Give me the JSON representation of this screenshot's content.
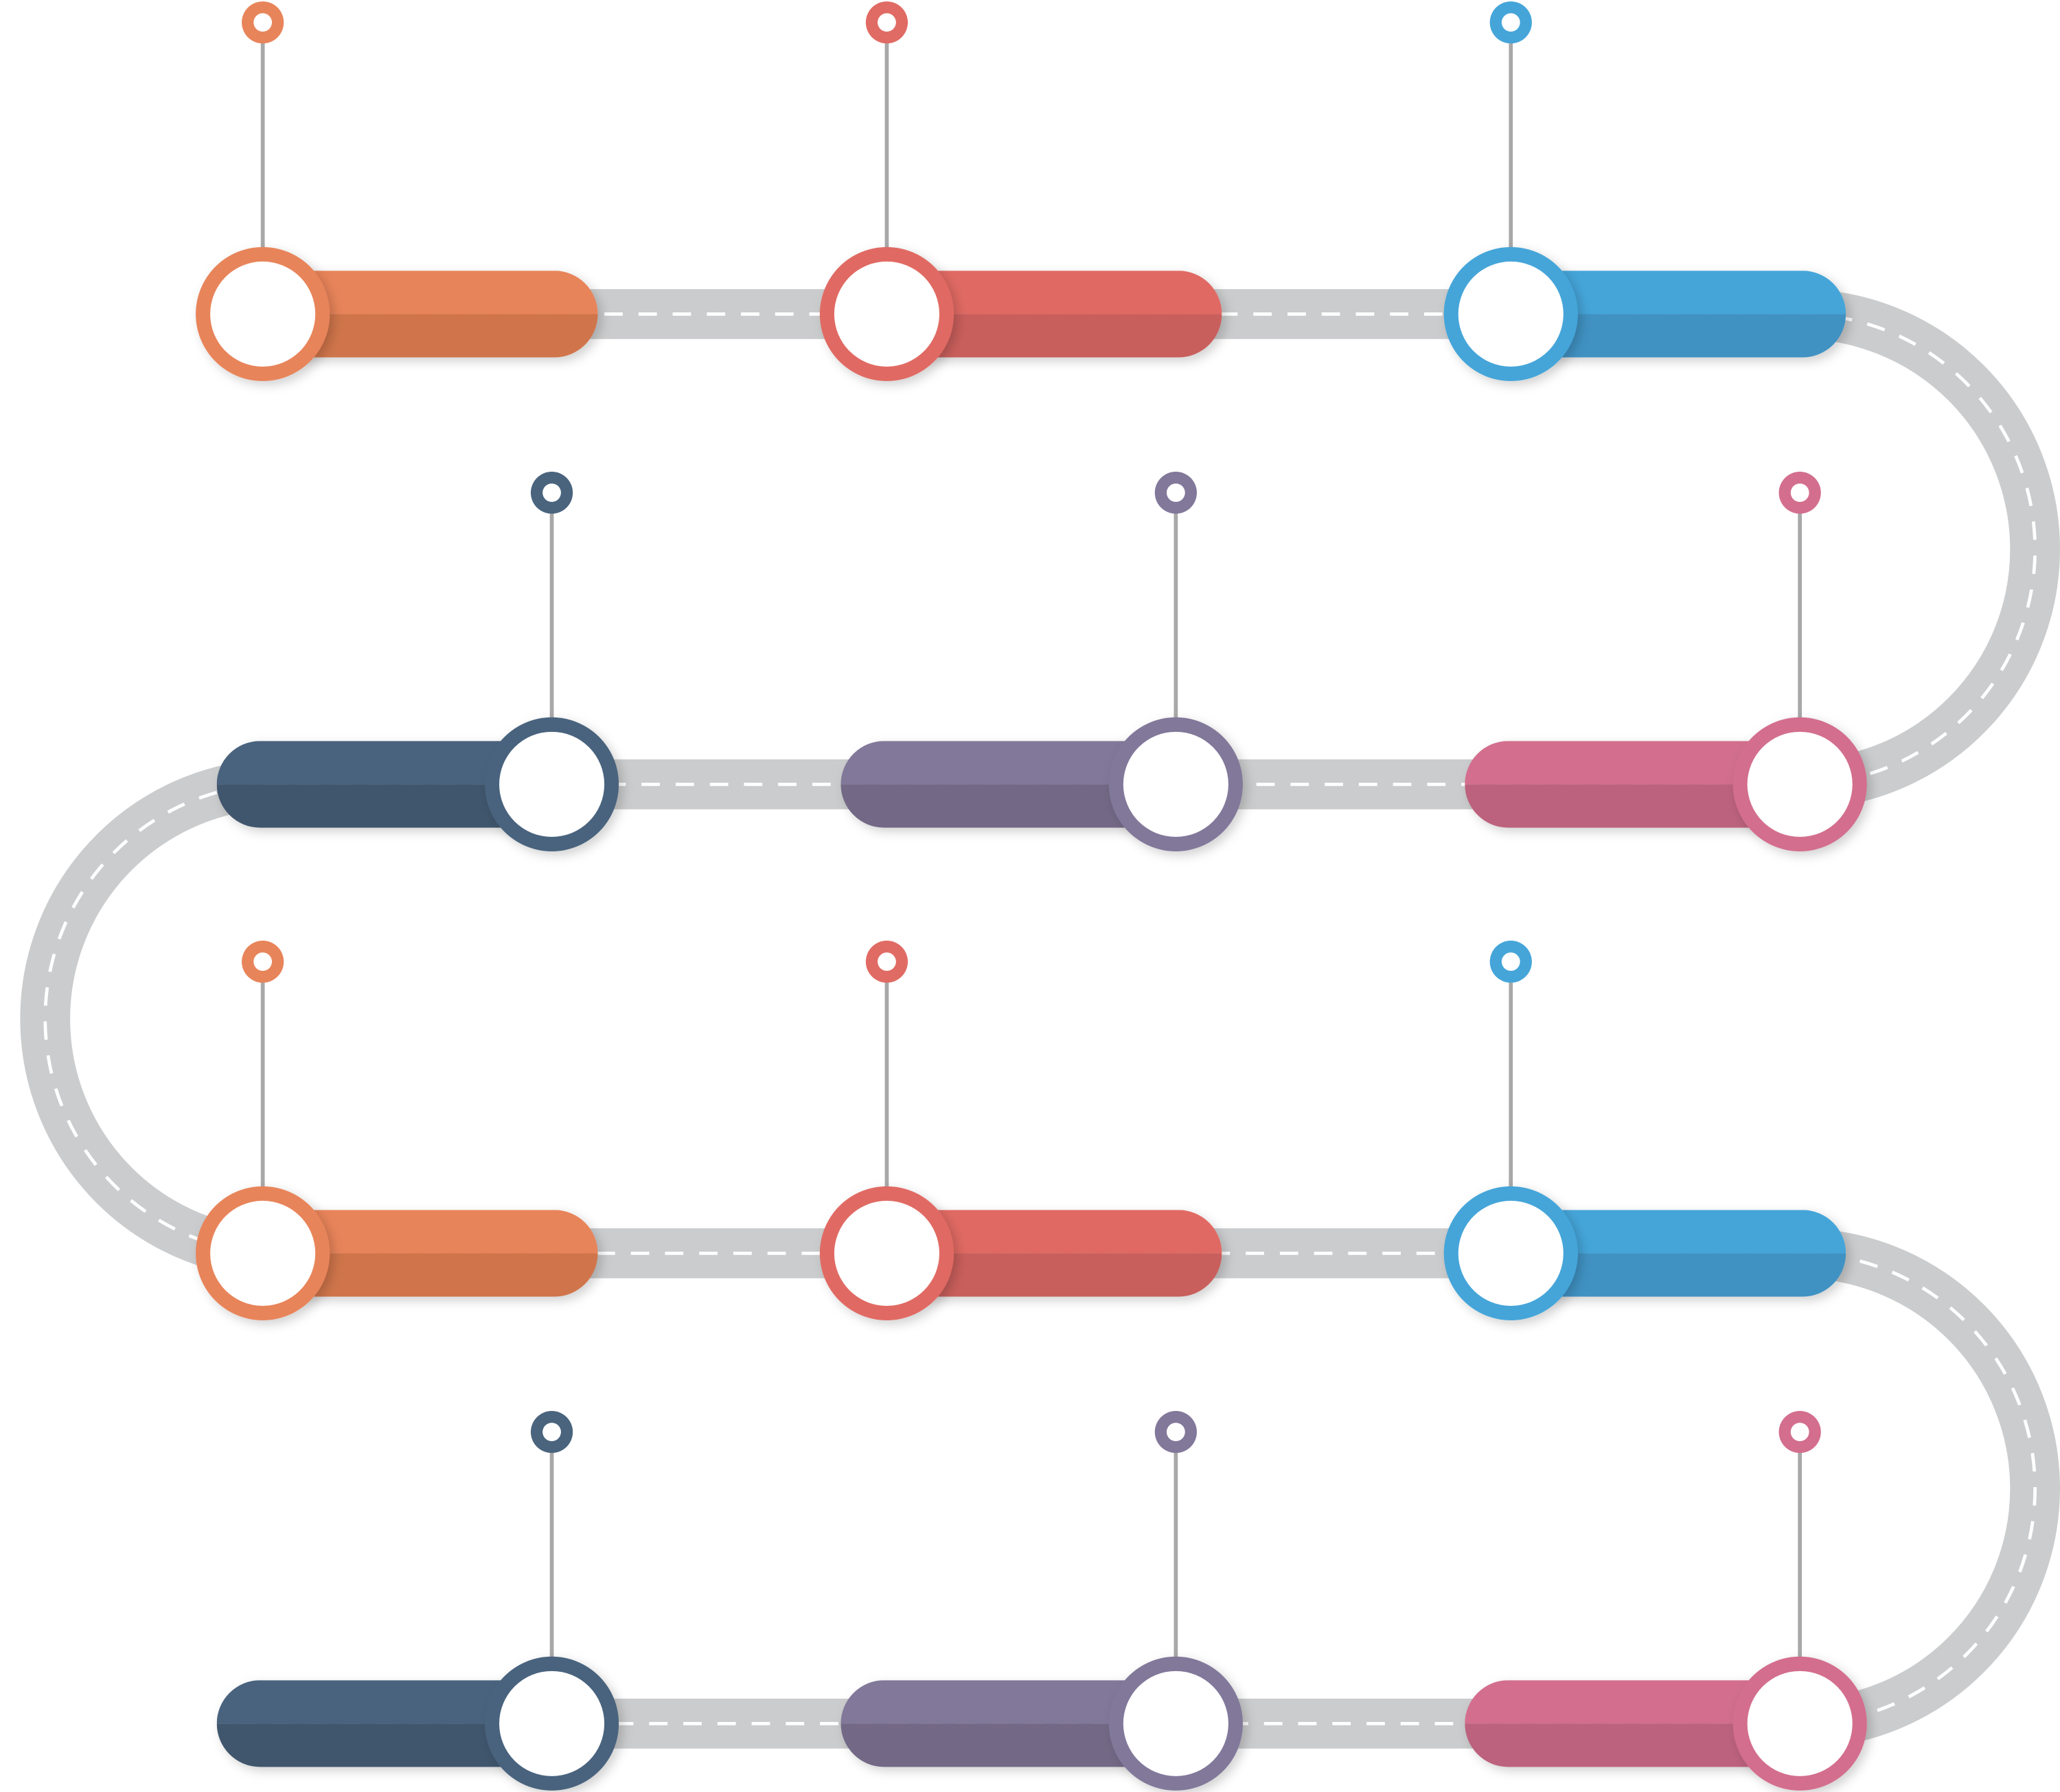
{
  "diagram": {
    "type": "serpentine-roadmap-timeline",
    "road_color": "#CBCCCD",
    "road_dash_color": "#FFFFFF",
    "stem_color": "#A8A8A8",
    "rows": [
      {
        "direction": "ltr",
        "steps": [
          {
            "color": "#E8845A",
            "shade": "#D0744B"
          },
          {
            "color": "#E06B64",
            "shade": "#C95F5B"
          },
          {
            "color": "#45A5D9",
            "shade": "#4092C3"
          }
        ]
      },
      {
        "direction": "rtl",
        "steps": [
          {
            "color": "#4A647E",
            "shade": "#41576D"
          },
          {
            "color": "#82789A",
            "shade": "#736986"
          },
          {
            "color": "#D36E8E",
            "shade": "#BC627E"
          }
        ]
      },
      {
        "direction": "ltr",
        "steps": [
          {
            "color": "#E8845A",
            "shade": "#D0744B"
          },
          {
            "color": "#E06B64",
            "shade": "#C95F5B"
          },
          {
            "color": "#45A5D9",
            "shade": "#4092C3"
          }
        ]
      },
      {
        "direction": "rtl",
        "steps": [
          {
            "color": "#4A647E",
            "shade": "#41576D"
          },
          {
            "color": "#82789A",
            "shade": "#736986"
          },
          {
            "color": "#D36E8E",
            "shade": "#BC627E"
          }
        ]
      }
    ]
  }
}
